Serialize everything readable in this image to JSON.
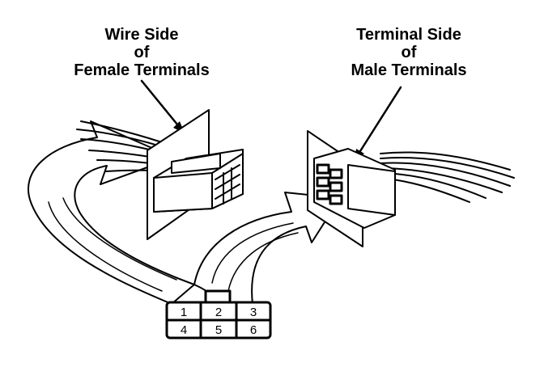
{
  "labels": {
    "female": {
      "line1": "Wire Side",
      "line2": "of",
      "line3": "Female Terminals"
    },
    "male": {
      "line1": "Terminal Side",
      "line2": "of",
      "line3": "Male Terminals"
    }
  },
  "pinout": {
    "top_row": [
      "1",
      "2",
      "3"
    ],
    "bottom_row": [
      "4",
      "5",
      "6"
    ]
  }
}
